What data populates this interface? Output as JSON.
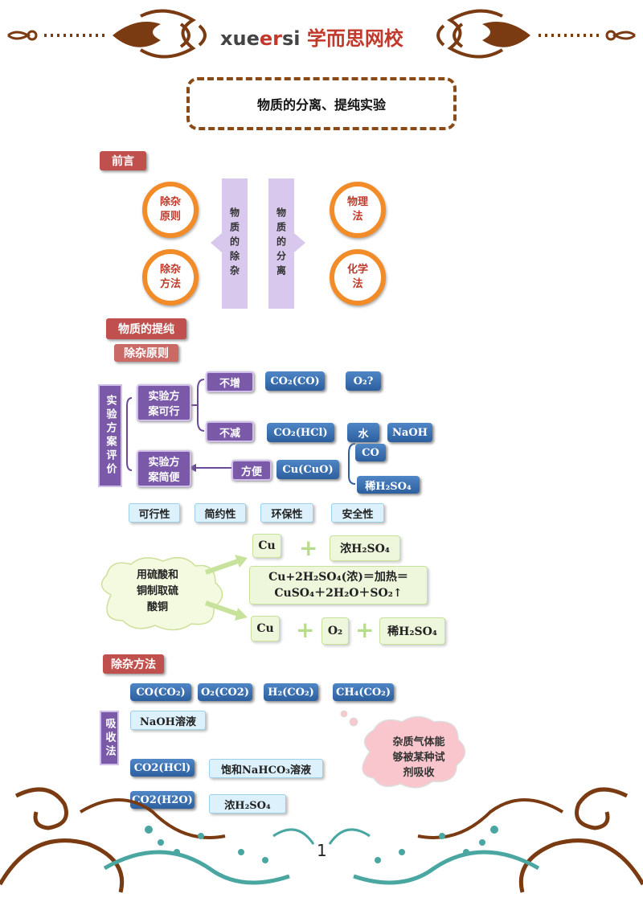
{
  "header": {
    "brand_en_a": "xue",
    "brand_en_b": "er",
    "brand_en_c": "si",
    "brand_cn": "学而思网校"
  },
  "title": "物质的分离、提纯实验",
  "preface": {
    "label": "前言",
    "circles": [
      "除杂\n原则",
      "除杂\n方法",
      "物理\n法",
      "化学\n法"
    ],
    "pillars": [
      "物质的除杂",
      "物质的分离"
    ]
  },
  "purify": {
    "label": "物质的提纯",
    "principle_label": "除杂原则",
    "eval_label": "实验方案评价",
    "feasible": "实验方\n案可行",
    "simple": "实验方\n案简便",
    "no_increase": "不增",
    "no_decrease": "不减",
    "convenient": "方便",
    "ex_co2_co": "CO₂(CO)",
    "ex_o2": "O₂?",
    "ex_co2_hcl": "CO₂(HCl)",
    "ex_water": "水",
    "ex_naoh": "NaOH",
    "ex_cu_cuo": "Cu(CuO)",
    "ex_co": "CO",
    "ex_dilute": "稀H₂SO₄",
    "criteria": [
      "可行性",
      "简约性",
      "环保性",
      "安全性"
    ]
  },
  "copper": {
    "cloud": "用硫酸和\n铜制取硫\n酸铜",
    "r1_a": "Cu",
    "r1_b": "浓H₂SO₄",
    "eq_line1": "Cu+2H₂SO₄(浓)＝加热＝",
    "eq_line2": "CuSO₄＋2H₂O＋SO₂↑",
    "r2_a": "Cu",
    "r2_b": "O₂",
    "r2_c": "稀H₂SO₄"
  },
  "methods": {
    "label": "除杂方法",
    "gases": [
      "CO(CO₂)",
      "O₂(CO2)",
      "H₂(CO₂)",
      "CH₄(CO₂)"
    ],
    "absorb_label": "吸收法",
    "naoh_solution": "NaOH溶液",
    "co2_hcl": "CO2(HCl)",
    "nahco3": "饱和NaHCO₃溶液",
    "co2_h2o": "CO2(H2O)",
    "conc_h2so4": "浓H₂SO₄",
    "cloud_note": "杂质气体能\n够被某种试\n剂吸收"
  },
  "footer": {
    "page": "1"
  }
}
